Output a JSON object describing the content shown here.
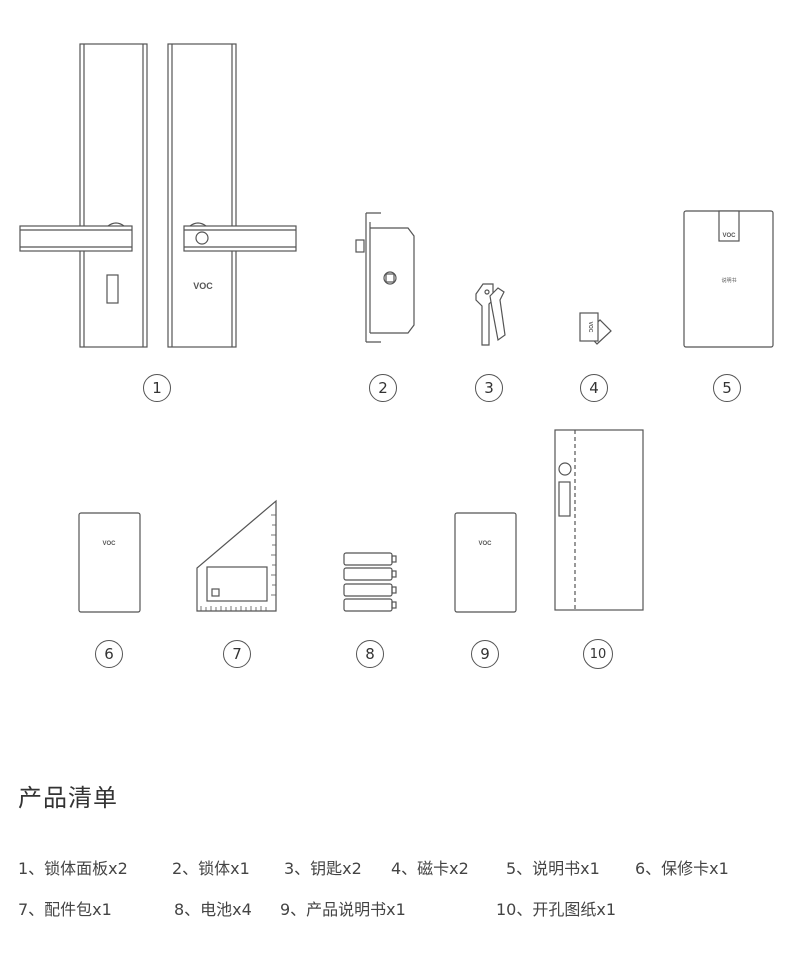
{
  "diagram": {
    "logo": "VOC",
    "manual_label": "说明书",
    "numbers": [
      "1",
      "2",
      "3",
      "4",
      "5",
      "6",
      "7",
      "8",
      "9",
      "10"
    ]
  },
  "section_title": "产品清单",
  "items": [
    "1、锁体面板x2",
    "2、锁体x1",
    "3、钥匙x2",
    "4、磁卡x2",
    "5、说明书x1",
    "6、保修卡x1",
    "7、配件包x1",
    "8、电池x4",
    "9、产品说明书x1",
    "10、开孔图纸x1"
  ]
}
